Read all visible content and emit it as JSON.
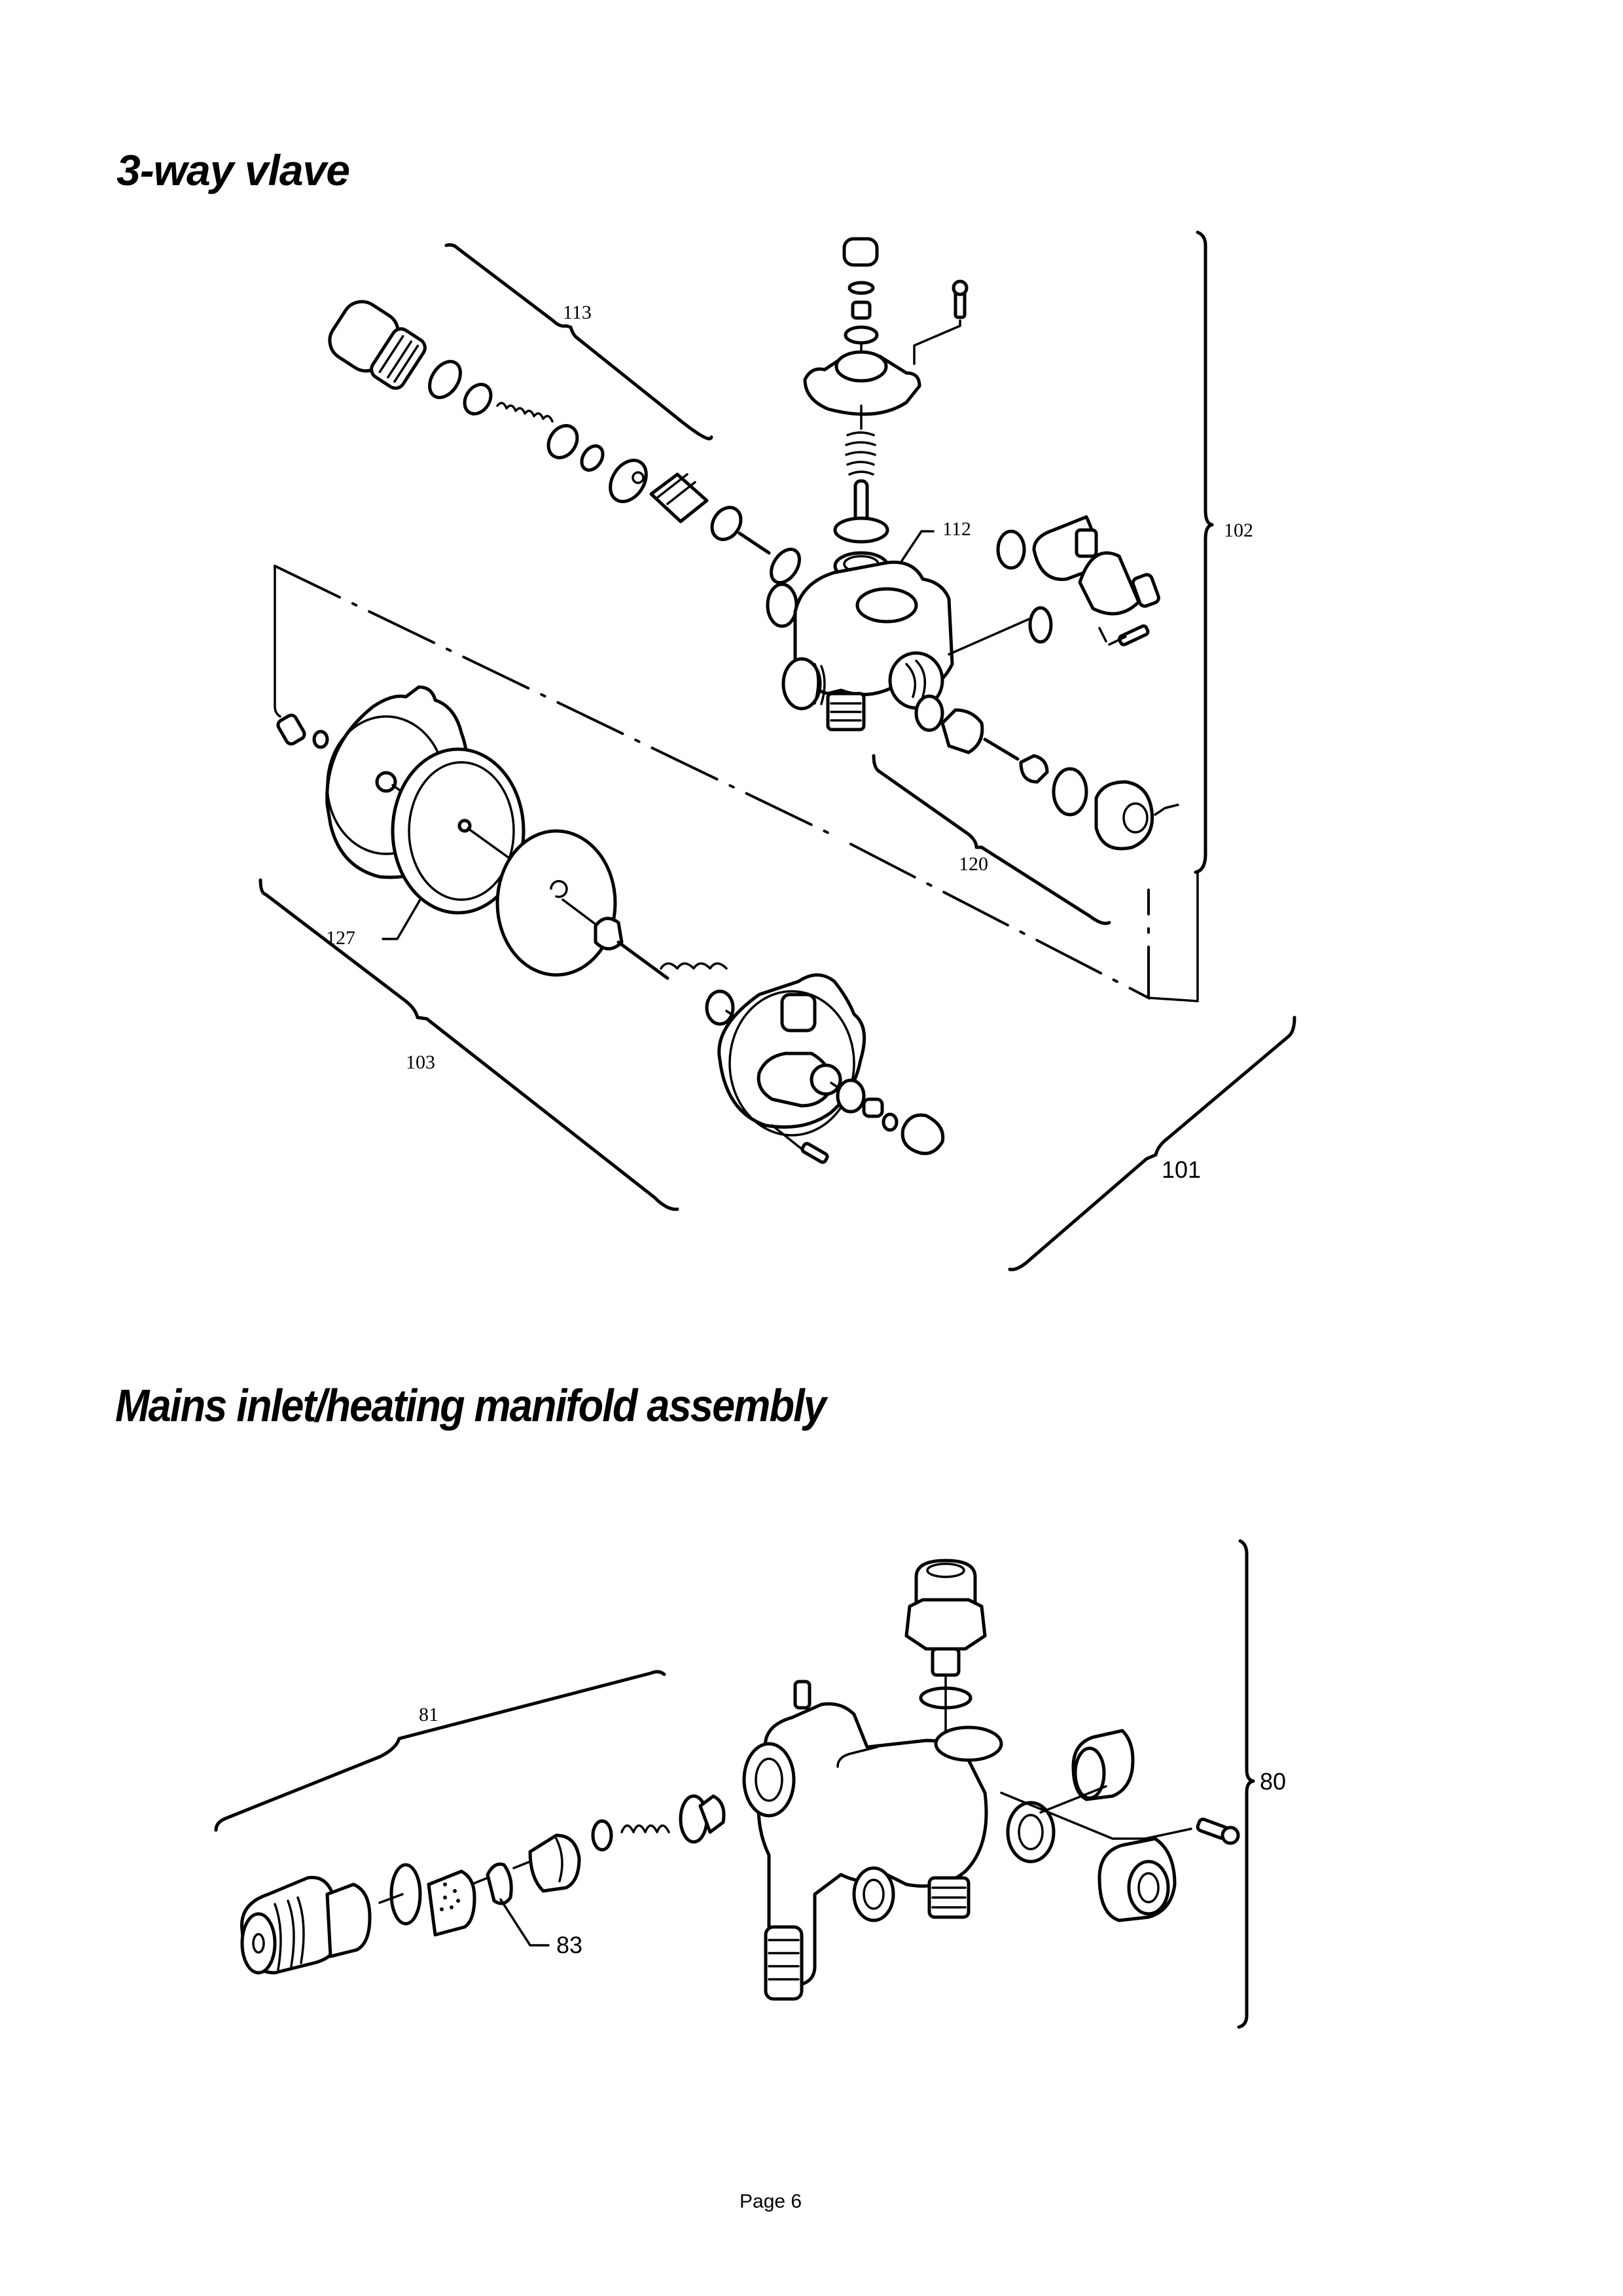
{
  "page": {
    "footer": "Page 6"
  },
  "sections": [
    {
      "title": "3-way vlave",
      "diagram": {
        "type": "exploded-parts-view",
        "labels": {
          "l113": "113",
          "l112": "112",
          "l102": "102",
          "l120": "120",
          "l127": "127",
          "l103": "103",
          "l101": "101"
        }
      }
    },
    {
      "title": "Mains inlet/heating manifold assembly",
      "diagram": {
        "type": "exploded-parts-view",
        "labels": {
          "l81": "81",
          "l83": "83",
          "l80": "80"
        }
      }
    }
  ]
}
